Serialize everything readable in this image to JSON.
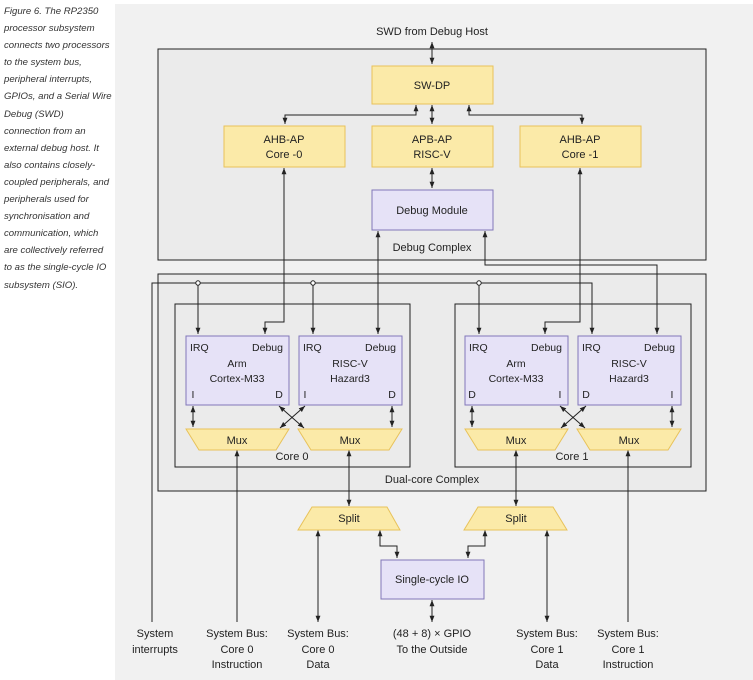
{
  "caption": "Figure 6. The RP2350 processor subsystem connects two processors to the system bus, peripheral interrupts, GPIOs, and a Serial Wire Debug (SWD) connection from an external debug host. It also contains closely-coupled peripherals, and peripherals used for synchronisation and communication, which are collectively referred to as the single-cycle IO subsystem (SIO).",
  "colors": {
    "yellow_fill": "#fbeaa8",
    "yellow_stroke": "#e8c25a",
    "purple_fill": "#e6e2f7",
    "purple_stroke": "#8177b8",
    "outer_box": "#ebebeb",
    "panel": "#f1f1f1"
  },
  "top_label": "SWD from Debug Host",
  "debug_complex": {
    "label": "Debug Complex",
    "swdp": "SW-DP",
    "ap_core0": [
      "AHB-AP",
      "Core -0"
    ],
    "ap_riscv": [
      "APB-AP",
      "RISC-V"
    ],
    "ap_core1": [
      "AHB-AP",
      "Core -1"
    ],
    "debug_module": "Debug Module"
  },
  "dual_core": {
    "label": "Dual-core Complex",
    "core0": {
      "label": "Core 0",
      "arm": {
        "irq": "IRQ",
        "debug": "Debug",
        "name": [
          "Arm",
          "Cortex-M33"
        ],
        "left_port": "I",
        "right_port": "D"
      },
      "riscv": {
        "irq": "IRQ",
        "debug": "Debug",
        "name": [
          "RISC-V",
          "Hazard3"
        ],
        "left_port": "I",
        "right_port": "D"
      },
      "mux": "Mux"
    },
    "core1": {
      "label": "Core 1",
      "arm": {
        "irq": "IRQ",
        "debug": "Debug",
        "name": [
          "Arm",
          "Cortex-M33"
        ],
        "left_port": "D",
        "right_port": "I"
      },
      "riscv": {
        "irq": "IRQ",
        "debug": "Debug",
        "name": [
          "RISC-V",
          "Hazard3"
        ],
        "left_port": "D",
        "right_port": "I"
      },
      "mux": "Mux"
    }
  },
  "split": "Split",
  "sio": "Single-cycle IO",
  "bottom_labels": {
    "system_interrupts": [
      "System",
      "interrupts"
    ],
    "bus_core0_instr": [
      "System Bus:",
      "Core 0",
      "Instruction"
    ],
    "bus_core0_data": [
      "System Bus:",
      "Core 0",
      "Data"
    ],
    "gpio": [
      "(48 + 8) × GPIO",
      "To the Outside"
    ],
    "bus_core1_data": [
      "System Bus:",
      "Core 1",
      "Data"
    ],
    "bus_core1_instr": [
      "System Bus:",
      "Core 1",
      "Instruction"
    ]
  }
}
